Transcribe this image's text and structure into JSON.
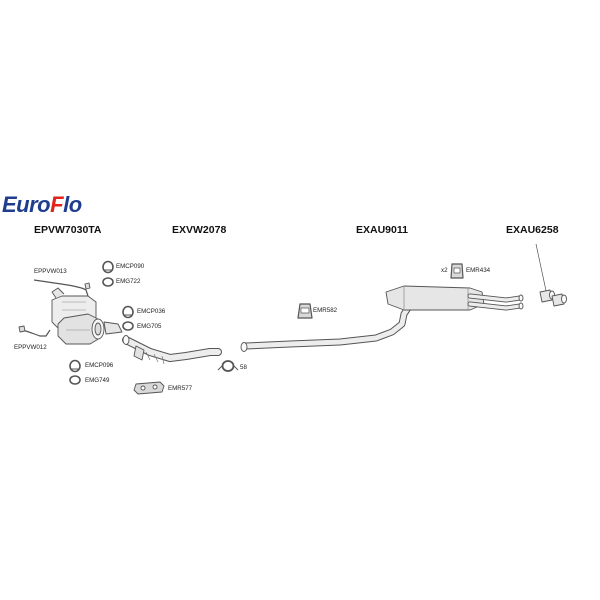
{
  "brand": {
    "part1": "Euro",
    "part2": "F",
    "part3": "lo"
  },
  "sections": [
    {
      "code": "EPVW7030TA"
    },
    {
      "code": "EXVW2078"
    },
    {
      "code": "EXAU9011"
    },
    {
      "code": "EXAU6258"
    }
  ],
  "parts": {
    "eppvw013": "EPPVW013",
    "eppvw012": "EPPVW012",
    "emcp090": "EMCP090",
    "emg722": "EMG722",
    "emcp036": "EMCP036",
    "emg705": "EMG705",
    "emcp096": "EMCP096",
    "emg749": "EMG749",
    "emr577": "EMR577",
    "clamp58": "58",
    "emr582": "EMR582",
    "emr434": "EMR434",
    "x2": "x2"
  },
  "colors": {
    "brand_blue": "#1f3c8f",
    "brand_red": "#e2231a",
    "line": "#555555",
    "fill": "#ededed"
  }
}
